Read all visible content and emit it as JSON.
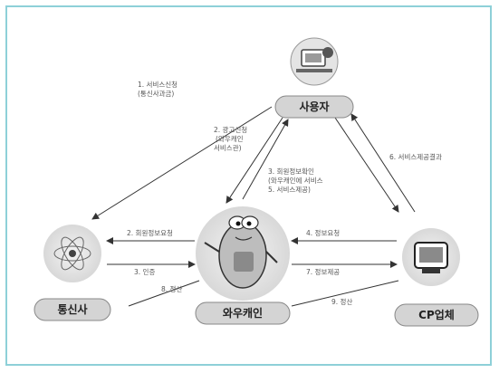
{
  "nodes": {
    "user": "사용자",
    "telecom": "통신사",
    "center": "와우캐인",
    "cp": "CP업체"
  },
  "edges": {
    "user_to_telecom": [
      "1. 서비스신청",
      "(통신사과금)"
    ],
    "user_to_center": [
      "2. 광고신청",
      "(와우캐인",
      "서비스관)"
    ],
    "center_to_user": [
      "3. 회원정보확인",
      "(와우캐인에 서비스",
      "5. 서비스제공)"
    ],
    "user_to_cp": "6. 서비스제공결과",
    "center_to_telecom": "2. 회원정보요청",
    "telecom_to_center": "3. 인증",
    "cp_to_center": "4. 정보요청",
    "center_to_cp": "7. 정보제공",
    "telecom_to_center_pay": "8. 정산",
    "center_to_cp_pay": "9. 정산"
  },
  "icons": {
    "user": "person-at-computer-icon",
    "telecom": "satellite-globe-icon",
    "center": "mascot-character-icon",
    "cp": "computer-monitor-icon"
  },
  "colors": {
    "frame": "#8ed0d8",
    "pill": "#d4d4d4",
    "line": "#333333"
  }
}
